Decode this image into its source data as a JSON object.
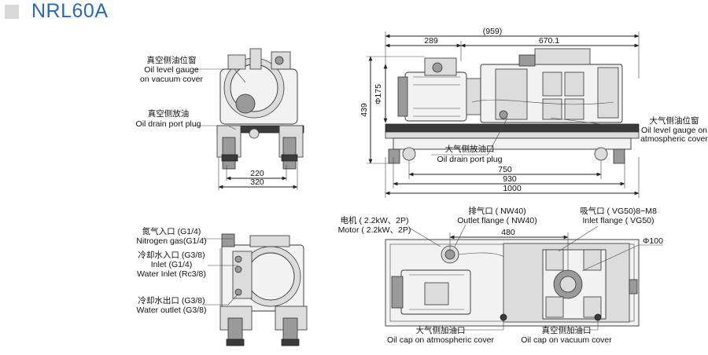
{
  "title": "NRL60A",
  "front_view": {
    "label_oil_gauge_vac_cn": "真空侧油位窗",
    "label_oil_gauge_vac_en1": "Oil level gauge",
    "label_oil_gauge_vac_en2": "on vacuum cover",
    "label_drain_vac_cn": "真空侧放油",
    "label_drain_vac_en": "Oil drain port plug",
    "dim_220": "220",
    "dim_320": "320"
  },
  "side_view": {
    "dim_959": "(959)",
    "dim_289": "289",
    "dim_670": "670.1",
    "dim_439": "439",
    "dim_phi175": "Φ175",
    "label_drain_atm_cn": "大气侧放油口",
    "label_drain_atm_en": "Oil drain port plug",
    "label_gauge_atm_cn": "大气侧油位窗",
    "label_gauge_atm_en1": "Oil level gauge on",
    "label_gauge_atm_en2": "atmospheric cover",
    "dim_750": "750",
    "dim_930": "930",
    "dim_1000": "1000"
  },
  "end_view": {
    "label_n2_cn": "氮气入口 (G1/4)",
    "label_n2_en": "Nitrogen gas(G1/4)",
    "label_water_in_cn": "冷却水入口 (G3/8)",
    "label_water_in_en1": "Inlet (G1/4)",
    "label_water_in_en2": "Water Inlet (Rc3/8)",
    "label_water_out_cn": "冷却水出口 (G3/8)",
    "label_water_out_en": "Water outlet (G3/8)"
  },
  "top_view": {
    "label_motor_cn": "电机 ( 2.2kW、2P)",
    "label_motor_en": "Motor ( 2.2kW、2P)",
    "label_outlet_cn": "排气口 ( NW40)",
    "label_outlet_en": "Outlet flange ( NW40)",
    "label_inlet_cn": "吸气口 ( VG50)8−M8",
    "label_inlet_en": "Inlet flange ( VG50)",
    "dim_480": "480",
    "dim_phi100": "Φ100",
    "label_cap_atm_cn": "大气侧加油口",
    "label_cap_atm_en": "Oil cap on atmospheric cover",
    "label_cap_vac_cn": "真空侧加油口",
    "label_cap_vac_en": "Oil cap on vacuum cover"
  }
}
